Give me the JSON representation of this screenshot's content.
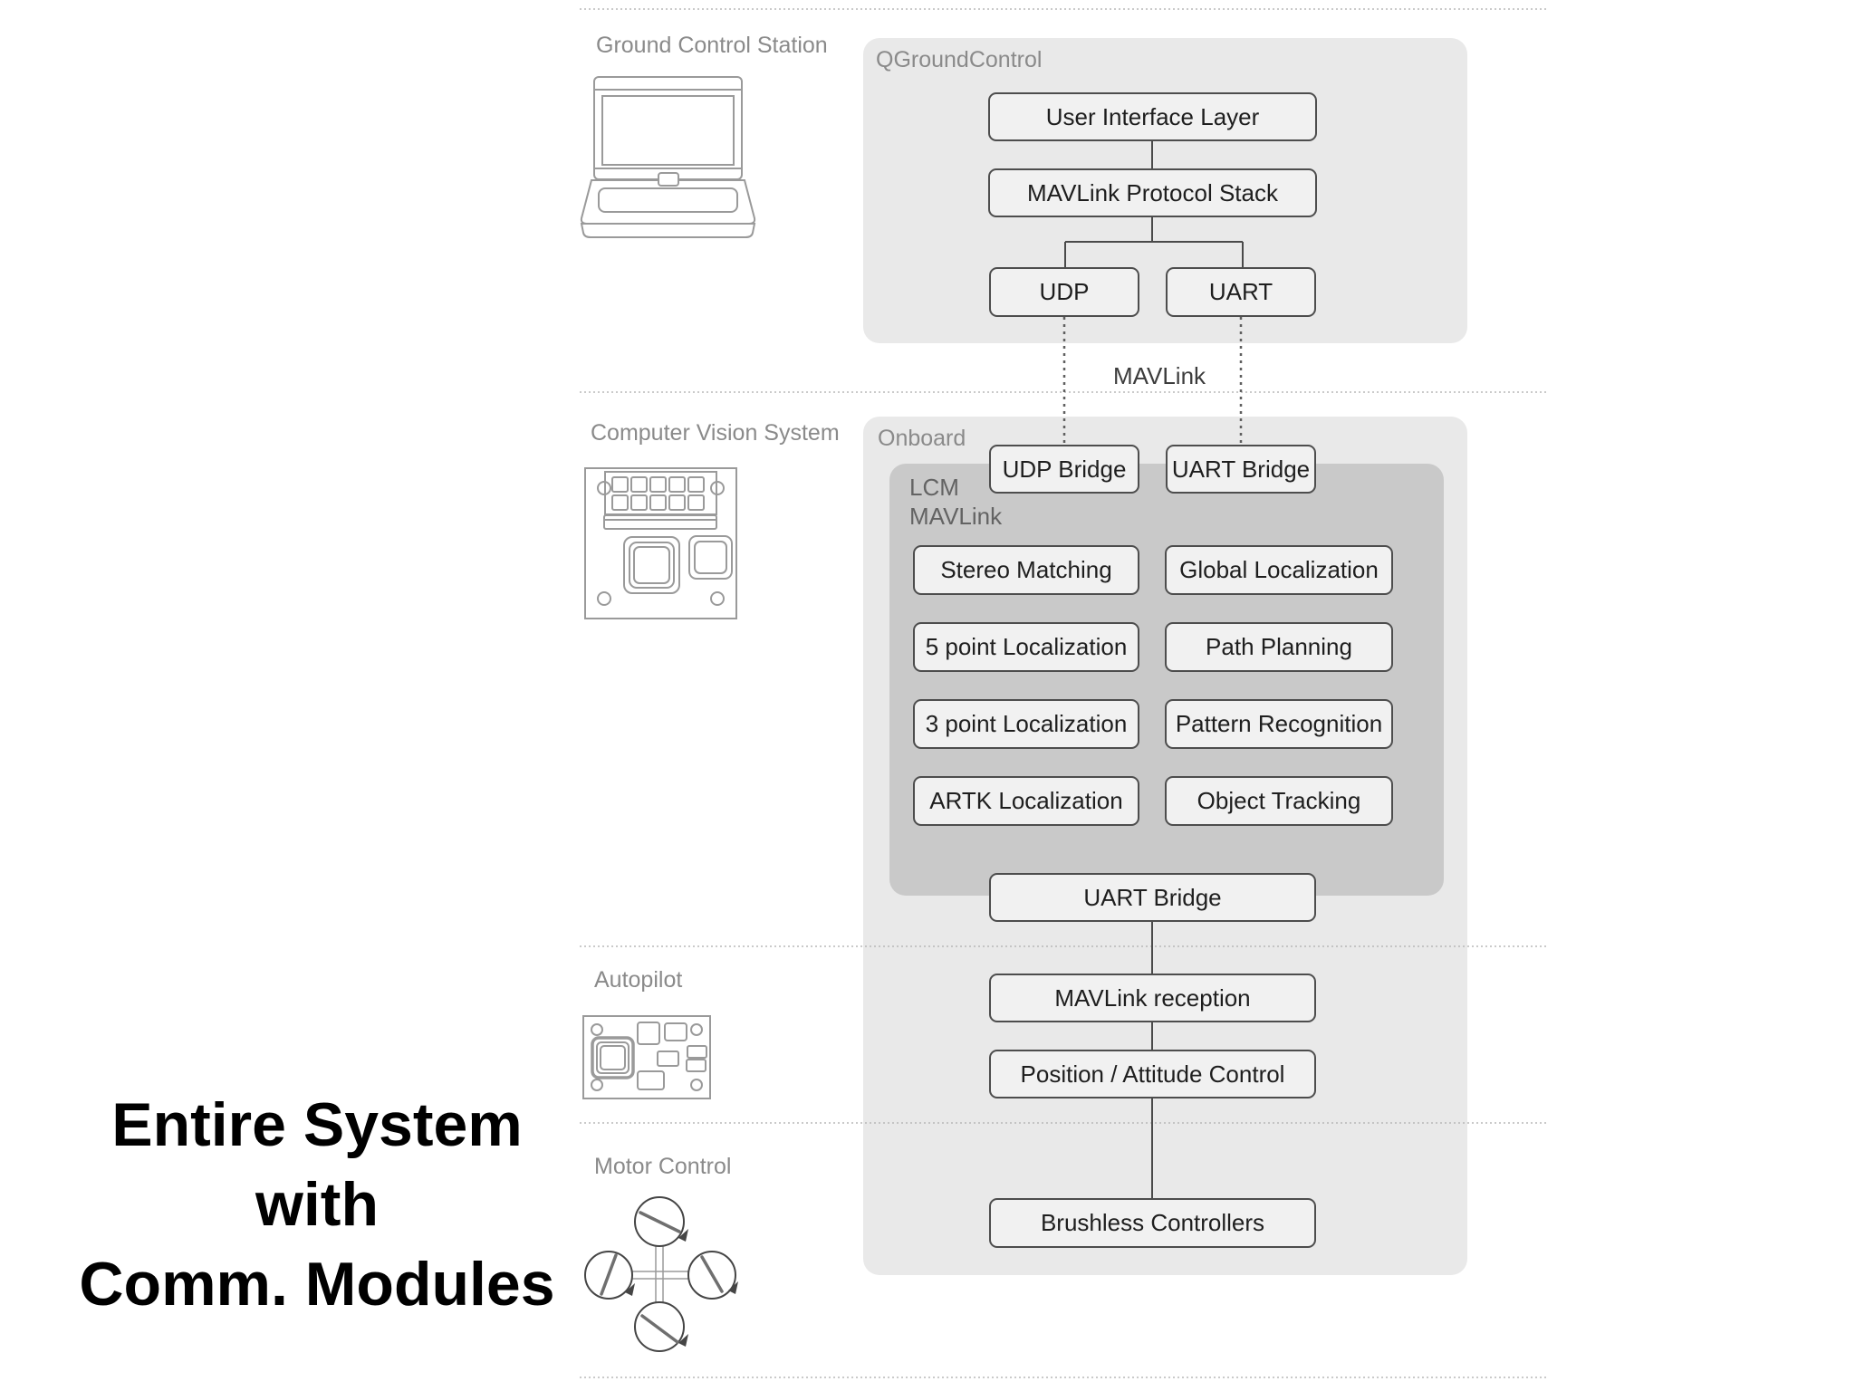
{
  "colors": {
    "panel-bg": "#e9e9e9",
    "lcm-bg": "#c9c9c9",
    "node-bg": "#f1f1f1",
    "node-border": "#4d4d4d",
    "node-text": "#1e1e1e",
    "muted-label": "#8a8a8a",
    "lcm-label": "#636363",
    "connector": "#4a4a4a",
    "separator": "#b8b8b8",
    "caption-text": "#000000",
    "icon-stroke": "#9a9a9a",
    "rotor-stroke": "#454545"
  },
  "sections": {
    "ground_control_station": "Ground Control Station",
    "computer_vision_system": "Computer Vision System",
    "autopilot": "Autopilot",
    "motor_control": "Motor Control"
  },
  "qgroundcontrol": {
    "label": "QGroundControl",
    "user_interface_layer": "User Interface Layer",
    "mavlink_protocol_stack": "MAVLink Protocol Stack",
    "udp": "UDP",
    "uart": "UART"
  },
  "link_label": "MAVLink",
  "onboard": {
    "label": "Onboard",
    "udp_bridge": "UDP Bridge",
    "uart_bridge": "UART Bridge",
    "lcm": {
      "label_line1": "LCM",
      "label_line2": "MAVLink",
      "modules": [
        "Stereo Matching",
        "Global Localization",
        "5 point Localization",
        "Path Planning",
        "3 point Localization",
        "Pattern Recognition",
        "ARTK Localization",
        "Object Tracking"
      ]
    },
    "uart_bridge_bottom": "UART Bridge",
    "mavlink_reception": "MAVLink reception",
    "position_attitude_control": "Position / Attitude Control",
    "brushless_controllers": "Brushless Controllers"
  },
  "caption": {
    "line1": "Entire System",
    "line2": "with",
    "line3": "Comm. Modules"
  }
}
